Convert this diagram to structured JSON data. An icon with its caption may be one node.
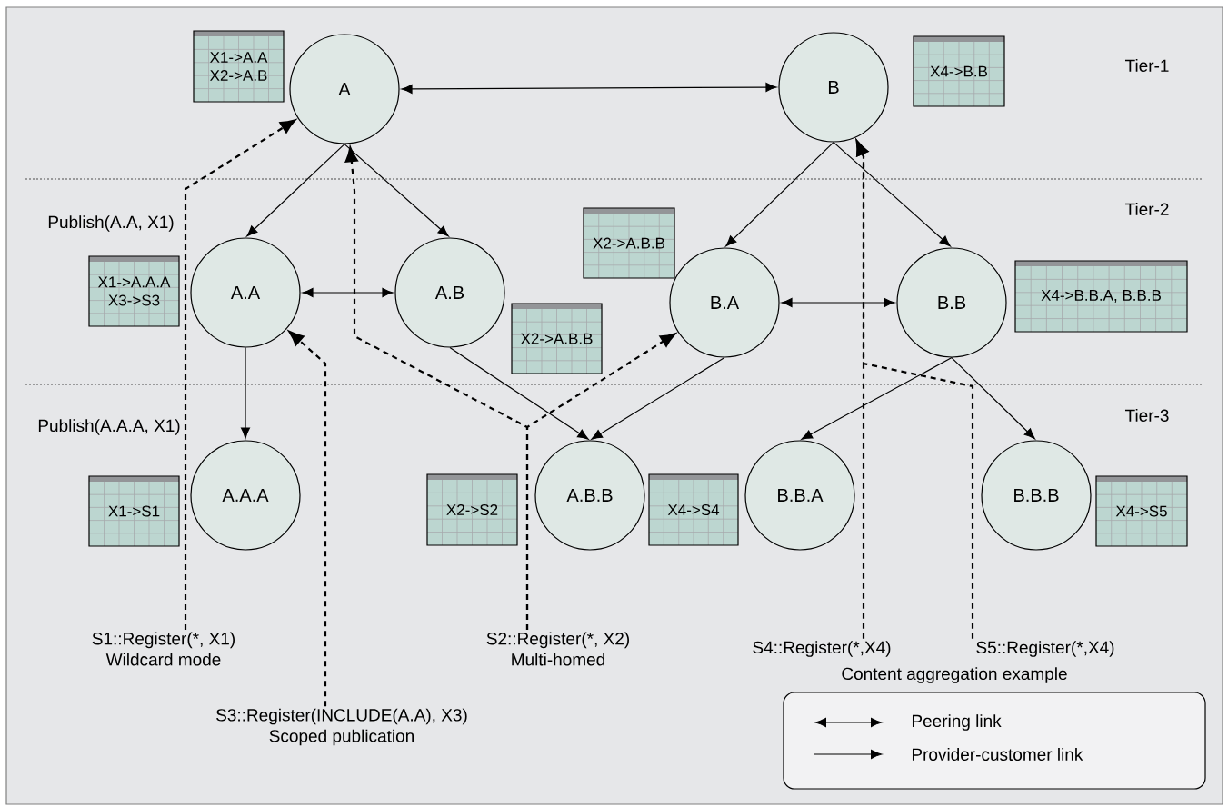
{
  "diagram": {
    "nodes": [
      {
        "text": [
          "A"
        ]
      },
      {
        "text": [
          "B"
        ]
      },
      {
        "text": [
          "A.A"
        ]
      },
      {
        "text": [
          "A.B"
        ]
      },
      {
        "text": [
          "B.A"
        ]
      },
      {
        "text": [
          "B.B"
        ]
      },
      {
        "text": [
          "A.A.A"
        ]
      },
      {
        "text": [
          "A.B.B"
        ]
      },
      {
        "text": [
          "B.B.A"
        ]
      },
      {
        "text": [
          "B.B.B"
        ]
      },
      {
        "text": [
          "X1->A.A",
          "X2->A.B"
        ]
      },
      {
        "text": [
          "X4->B.B"
        ]
      },
      {
        "text": [
          "X1->A.A.A",
          "X3->S3"
        ]
      },
      {
        "text": [
          "X2->A.B.B"
        ]
      },
      {
        "text": [
          "X2->A.B.B"
        ]
      },
      {
        "text": [
          "X4->B.B.A, B.B.B"
        ]
      },
      {
        "text": [
          "X1->S1"
        ]
      },
      {
        "text": [
          "X2->S2"
        ]
      },
      {
        "text": [
          "X4->S4"
        ]
      },
      {
        "text": [
          "X4->S5"
        ]
      },
      {
        "text": [
          "S1::Register(*, X1)",
          "Wildcard mode"
        ]
      },
      {
        "text": [
          "S2::Register(*, X2)",
          "Multi-homed"
        ]
      },
      {
        "text": [
          "S4::Register(*,X4)"
        ]
      },
      {
        "text": [
          "S5::Register(*,X4)"
        ]
      },
      {
        "text": [
          "S3::Register(INCLUDE(A.A), X3)",
          "Scoped publication"
        ]
      }
    ],
    "edges": [
      {
        "from": 0,
        "to": 1,
        "arrow": "both"
      },
      {
        "from": 0,
        "to": 2,
        "arrow": "to"
      },
      {
        "from": 0,
        "to": 3,
        "arrow": "to"
      },
      {
        "from": 2,
        "to": 3,
        "arrow": "both"
      },
      {
        "from": 2,
        "to": 6,
        "arrow": "to"
      },
      {
        "from": 3,
        "to": 7,
        "arrow": "to"
      },
      {
        "from": 1,
        "to": 4,
        "arrow": "to"
      },
      {
        "from": 1,
        "to": 5,
        "arrow": "to"
      },
      {
        "from": 4,
        "to": 5,
        "arrow": "both"
      },
      {
        "from": 4,
        "to": 7,
        "arrow": "to"
      },
      {
        "from": 5,
        "to": 8,
        "arrow": "to"
      },
      {
        "from": 5,
        "to": 9,
        "arrow": "to"
      },
      {
        "from": 20,
        "to": 0,
        "arrow": "to",
        "style": "dashed"
      },
      {
        "from": 24,
        "to": 2,
        "arrow": "to",
        "style": "dashed"
      },
      {
        "from": 21,
        "to": 0,
        "arrow": "to",
        "style": "dashed"
      },
      {
        "from": 21,
        "to": 4,
        "arrow": "to",
        "style": "dashed"
      },
      {
        "from": 22,
        "to": 1,
        "arrow": "to",
        "style": "dashed"
      },
      {
        "from": 23,
        "to": 1,
        "arrow": "to",
        "style": "dashed"
      }
    ],
    "labels": [
      "Tier-1",
      "Tier-2",
      "Tier-3",
      "Publish(A.A, X1)",
      "Publish(A.A.A, X1)",
      "Content aggregation example"
    ],
    "legend": [
      {
        "text": "Peering link"
      },
      {
        "text": "Provider-customer link"
      }
    ]
  }
}
